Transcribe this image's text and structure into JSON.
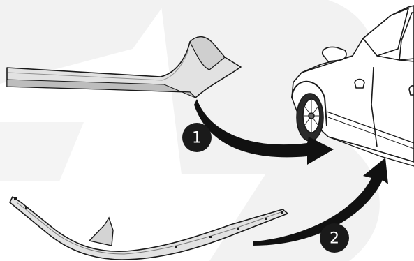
{
  "diagram": {
    "colors": {
      "background": "#ffffff",
      "watermark": "#f0f0f0",
      "part_fill": "#e2e2e2",
      "part_shadow": "#b9b9b9",
      "outline": "#1a1a1a",
      "arrow": "#111111",
      "callout_fill": "#1a1a1a",
      "callout_text": "#ffffff"
    },
    "parts": [
      {
        "id": "upper-sill-trim",
        "callout": "1"
      },
      {
        "id": "lower-rocker-molding",
        "callout": "2"
      }
    ],
    "callouts": [
      "1",
      "2"
    ]
  }
}
